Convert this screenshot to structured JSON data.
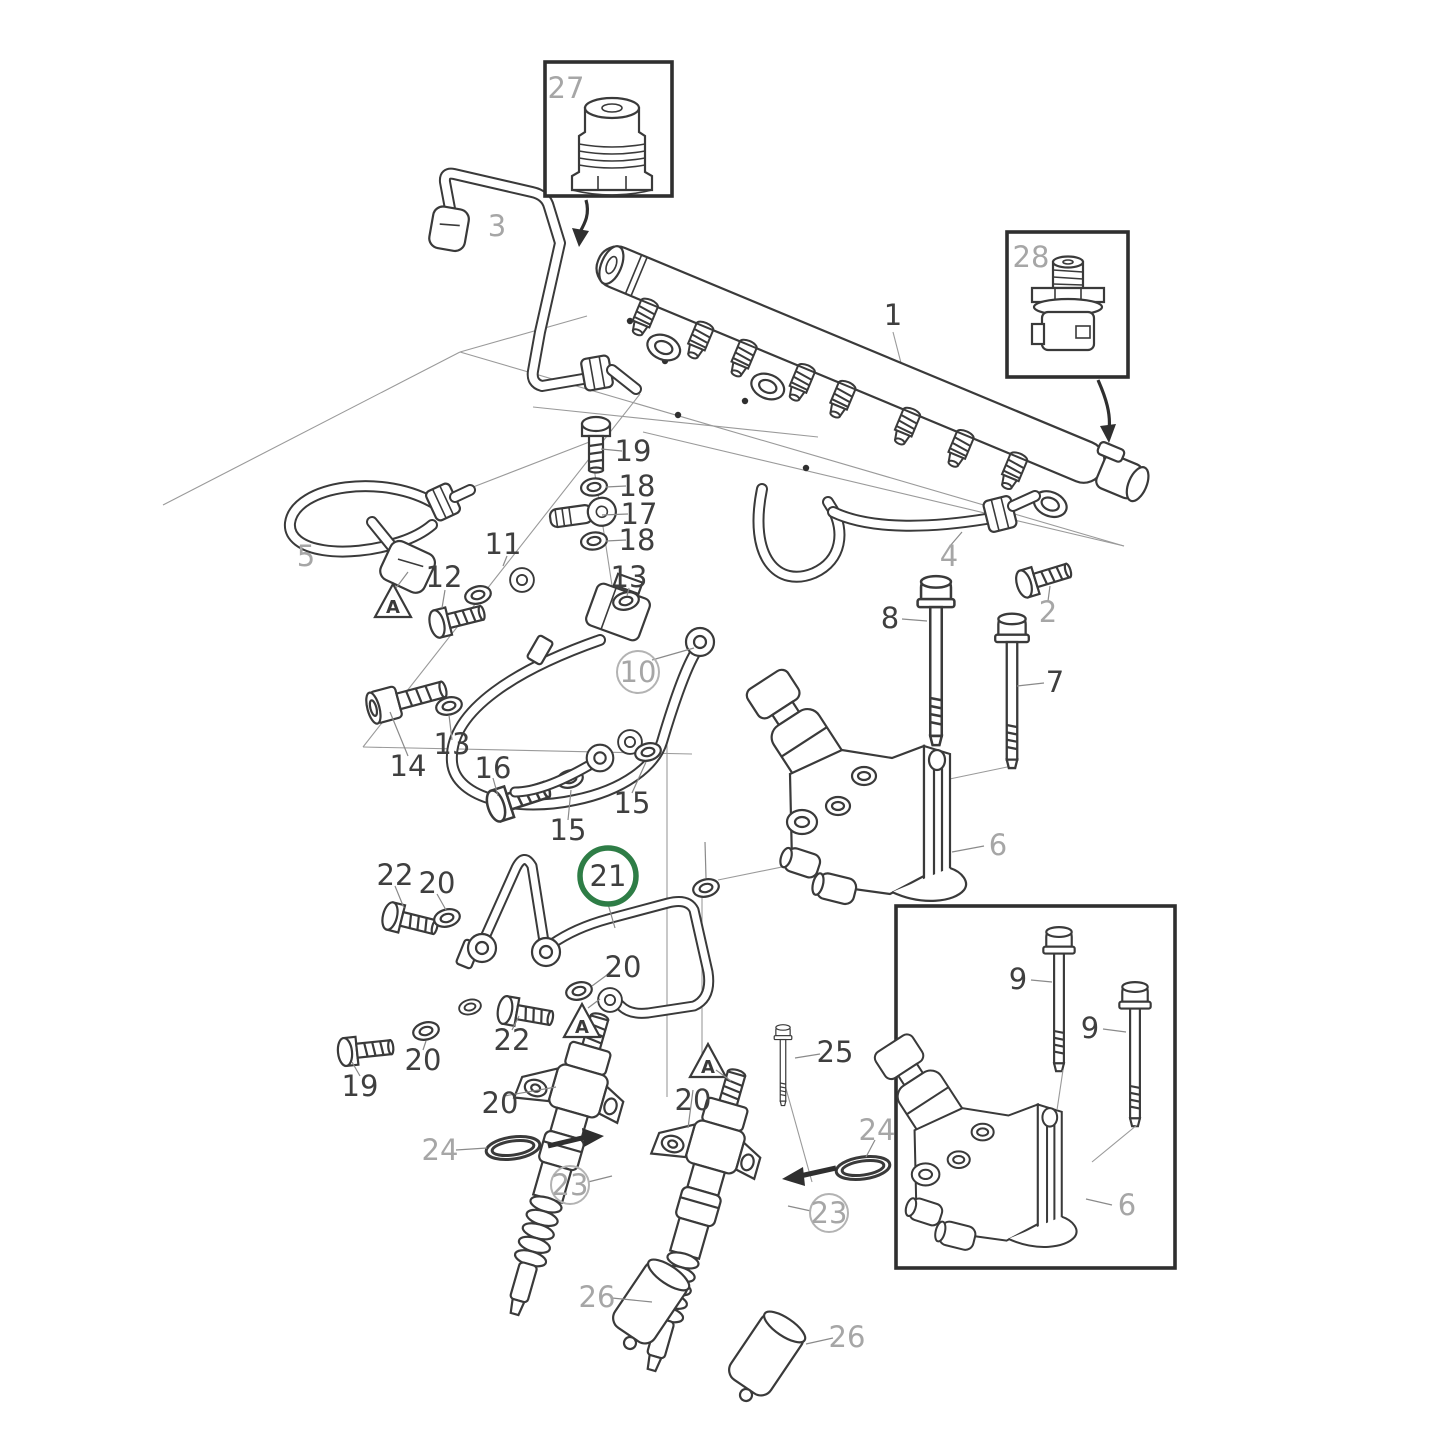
{
  "diagram": {
    "kind": "exploded-parts-diagram",
    "background_color": "#ffffff",
    "line_color": "#3a3a3a",
    "construction_line_color": "#9a9a9a",
    "label_color_dark": "#3f3f3f",
    "label_color_muted": "#a6a6a6",
    "highlight": {
      "part": "21",
      "circle_color": "#2e7d46"
    },
    "callout_circles": [
      {
        "part": "10",
        "style": "thin-gray"
      },
      {
        "part": "21",
        "style": "thick-green"
      },
      {
        "part": "23",
        "style": "thin-gray"
      },
      {
        "part": "23",
        "style": "thin-gray"
      }
    ],
    "inset_boxes": [
      {
        "parts_shown": [
          "27"
        ]
      },
      {
        "parts_shown": [
          "28"
        ]
      },
      {
        "parts_shown": [
          "9",
          "9",
          "6"
        ]
      }
    ],
    "labels": [
      {
        "text": "27",
        "tone": "muted"
      },
      {
        "text": "3",
        "tone": "muted"
      },
      {
        "text": "28",
        "tone": "muted"
      },
      {
        "text": "1",
        "tone": "dark"
      },
      {
        "text": "19",
        "tone": "dark"
      },
      {
        "text": "18",
        "tone": "dark"
      },
      {
        "text": "17",
        "tone": "dark"
      },
      {
        "text": "18",
        "tone": "dark"
      },
      {
        "text": "11",
        "tone": "dark"
      },
      {
        "text": "5",
        "tone": "muted"
      },
      {
        "text": "12",
        "tone": "dark"
      },
      {
        "text": "13",
        "tone": "dark"
      },
      {
        "text": "2",
        "tone": "muted"
      },
      {
        "text": "8",
        "tone": "dark"
      },
      {
        "text": "4",
        "tone": "muted"
      },
      {
        "text": "7",
        "tone": "dark"
      },
      {
        "text": "10",
        "tone": "muted"
      },
      {
        "text": "13",
        "tone": "dark"
      },
      {
        "text": "14",
        "tone": "dark"
      },
      {
        "text": "16",
        "tone": "dark"
      },
      {
        "text": "15",
        "tone": "dark"
      },
      {
        "text": "15",
        "tone": "dark"
      },
      {
        "text": "6",
        "tone": "muted"
      },
      {
        "text": "21",
        "tone": "dark"
      },
      {
        "text": "22",
        "tone": "dark"
      },
      {
        "text": "20",
        "tone": "dark"
      },
      {
        "text": "20",
        "tone": "dark"
      },
      {
        "text": "9",
        "tone": "dark"
      },
      {
        "text": "9",
        "tone": "dark"
      },
      {
        "text": "22",
        "tone": "dark"
      },
      {
        "text": "25",
        "tone": "dark"
      },
      {
        "text": "20",
        "tone": "dark"
      },
      {
        "text": "19",
        "tone": "dark"
      },
      {
        "text": "20",
        "tone": "dark"
      },
      {
        "text": "20",
        "tone": "dark"
      },
      {
        "text": "24",
        "tone": "muted"
      },
      {
        "text": "24",
        "tone": "muted"
      },
      {
        "text": "23",
        "tone": "muted"
      },
      {
        "text": "23",
        "tone": "muted"
      },
      {
        "text": "26",
        "tone": "muted"
      },
      {
        "text": "26",
        "tone": "muted"
      },
      {
        "text": "6",
        "tone": "muted"
      }
    ],
    "warning_markers": [
      {
        "text": "A"
      },
      {
        "text": "A"
      },
      {
        "text": "A"
      }
    ]
  }
}
